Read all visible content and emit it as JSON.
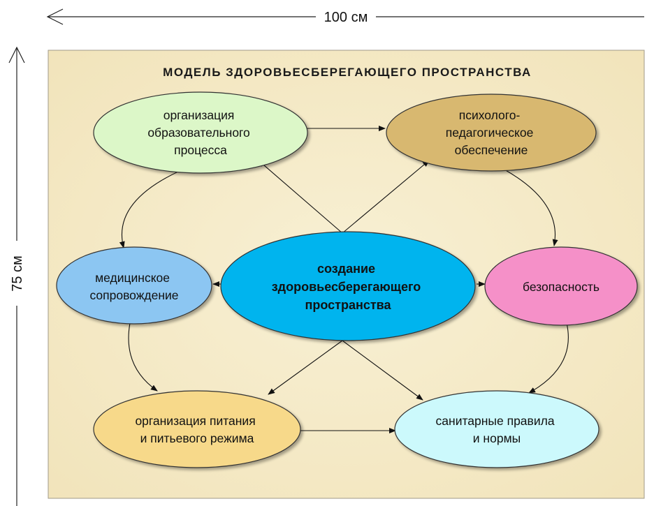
{
  "dimensions": {
    "width_label": "100 см",
    "height_label": "75 см"
  },
  "poster": {
    "title": "МОДЕЛЬ ЗДОРОВЬЕСБЕРЕГАЮЩЕГО ПРОСТРАНСТВА",
    "background_color": "#f6eccb"
  },
  "nodes": {
    "center": {
      "lines": [
        "создание",
        "здоровьесберегающего",
        "пространства"
      ],
      "color": "#00b4ee"
    },
    "education": {
      "lines": [
        "организация",
        "образовательного",
        "процесса"
      ],
      "color": "#dcf7c8"
    },
    "psychology": {
      "lines": [
        "психолого-",
        "педагогическое",
        "обеспечение"
      ],
      "color": "#d8b870"
    },
    "medical": {
      "lines": [
        "медицинское",
        "сопровождение"
      ],
      "color": "#8cc6f2"
    },
    "safety": {
      "lines": [
        "безопасность"
      ],
      "color": "#f590c8"
    },
    "nutrition": {
      "lines": [
        "организация питания",
        "и питьевого режима"
      ],
      "color": "#f7d98a"
    },
    "sanitary": {
      "lines": [
        "санитарные правила",
        "и нормы"
      ],
      "color": "#ccf9fc"
    }
  }
}
